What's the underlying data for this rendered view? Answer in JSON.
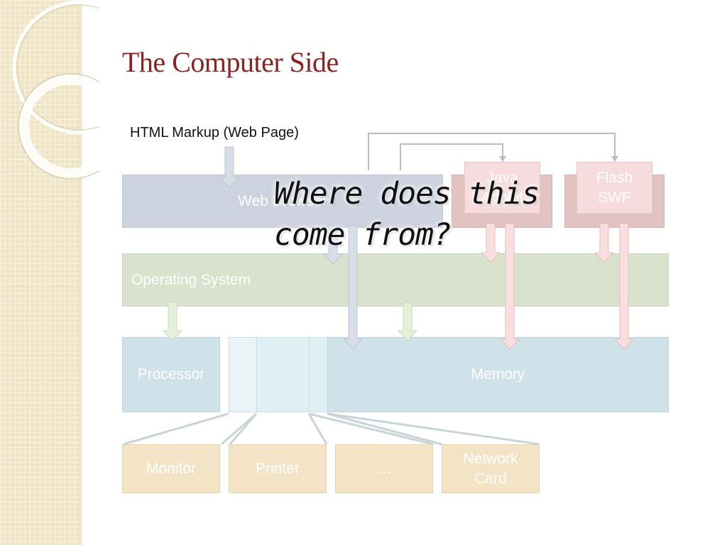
{
  "slide": {
    "title": "The Computer Side",
    "html_label": "HTML Markup (Web Page)",
    "callout": "Where does this\ncome from?"
  },
  "boxes": {
    "web_browser": "Web Browser",
    "java_applet": "Java\nApplet",
    "flash": "Flash\nSWF",
    "operating_system": "Operating System",
    "processor": "Processor",
    "memory": "Memory"
  },
  "peripherals": {
    "monitor": "Monitor",
    "printer": "Printer",
    "more": "…",
    "network_card": "Network\nCard"
  },
  "colors": {
    "title": "#8b2420",
    "browser": "#ccd2de",
    "plugin": "#e3c3c2",
    "os": "#d9e2cd",
    "memory": "#cfe2ea",
    "peripheral": "#f2e4c4"
  }
}
